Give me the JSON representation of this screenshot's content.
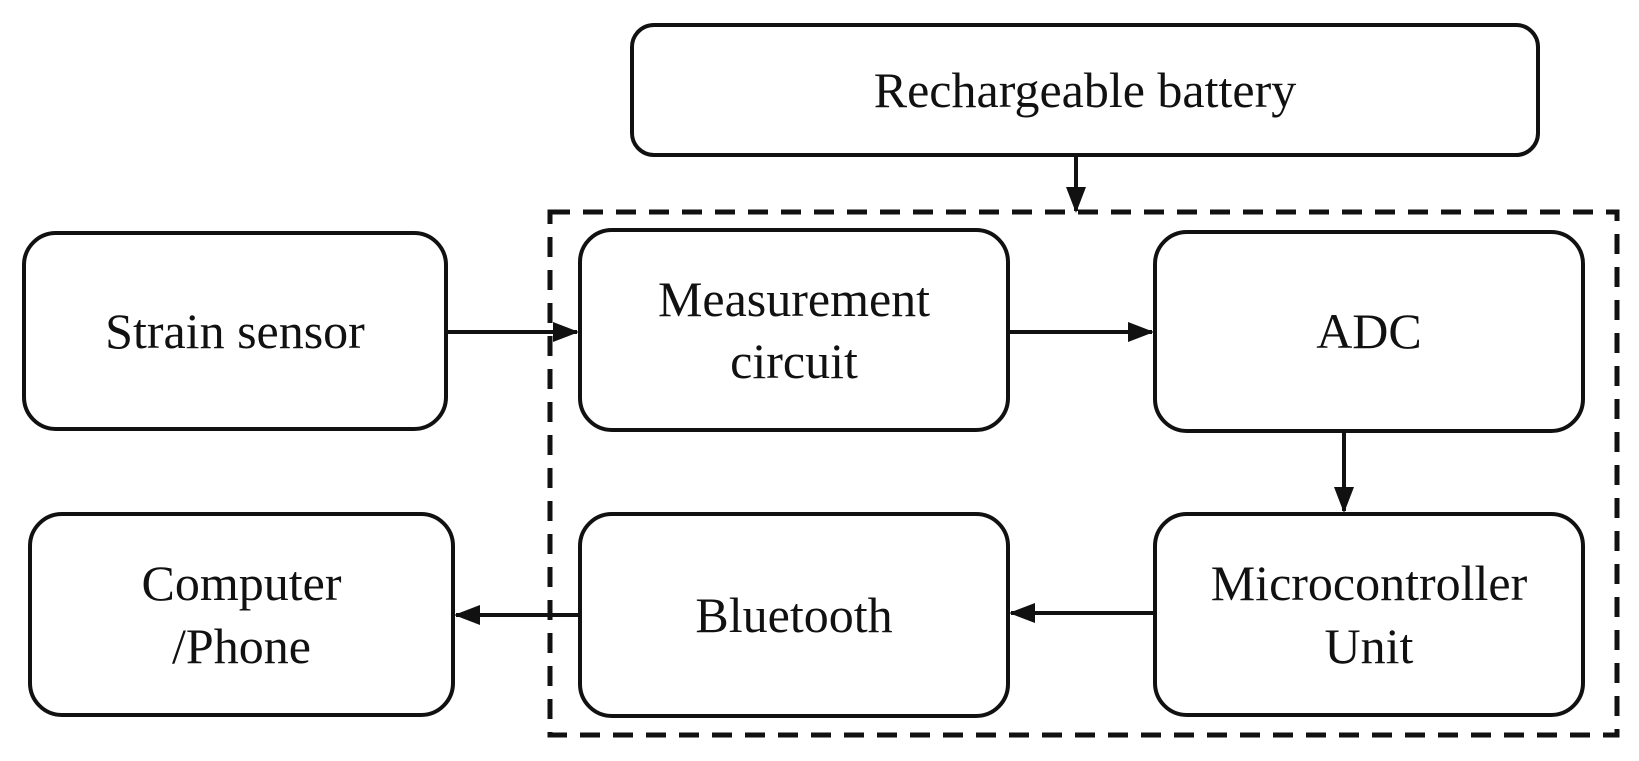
{
  "diagram": {
    "background_color": "#ffffff",
    "stroke_color": "#111111",
    "text_color": "#111111",
    "nodes": [
      {
        "id": "rechargeable-battery",
        "label": "Rechargeable battery"
      },
      {
        "id": "strain-sensor",
        "label": "Strain sensor"
      },
      {
        "id": "measurement-circuit",
        "label": "Measurement\ncircuit"
      },
      {
        "id": "adc",
        "label": "ADC"
      },
      {
        "id": "microcontroller-unit",
        "label": "Microcontroller\nUnit"
      },
      {
        "id": "bluetooth",
        "label": "Bluetooth"
      },
      {
        "id": "computer-phone",
        "label": "Computer\n/Phone"
      }
    ],
    "groups": [
      {
        "id": "module-boundary",
        "style": "dashed",
        "contains": [
          "measurement-circuit",
          "adc",
          "microcontroller-unit",
          "bluetooth"
        ]
      }
    ],
    "edges": [
      {
        "from": "rechargeable-battery",
        "to": "module-boundary",
        "direction": "down"
      },
      {
        "from": "strain-sensor",
        "to": "measurement-circuit",
        "direction": "right"
      },
      {
        "from": "measurement-circuit",
        "to": "adc",
        "direction": "right"
      },
      {
        "from": "adc",
        "to": "microcontroller-unit",
        "direction": "down"
      },
      {
        "from": "microcontroller-unit",
        "to": "bluetooth",
        "direction": "left"
      },
      {
        "from": "bluetooth",
        "to": "computer-phone",
        "direction": "left"
      }
    ]
  }
}
